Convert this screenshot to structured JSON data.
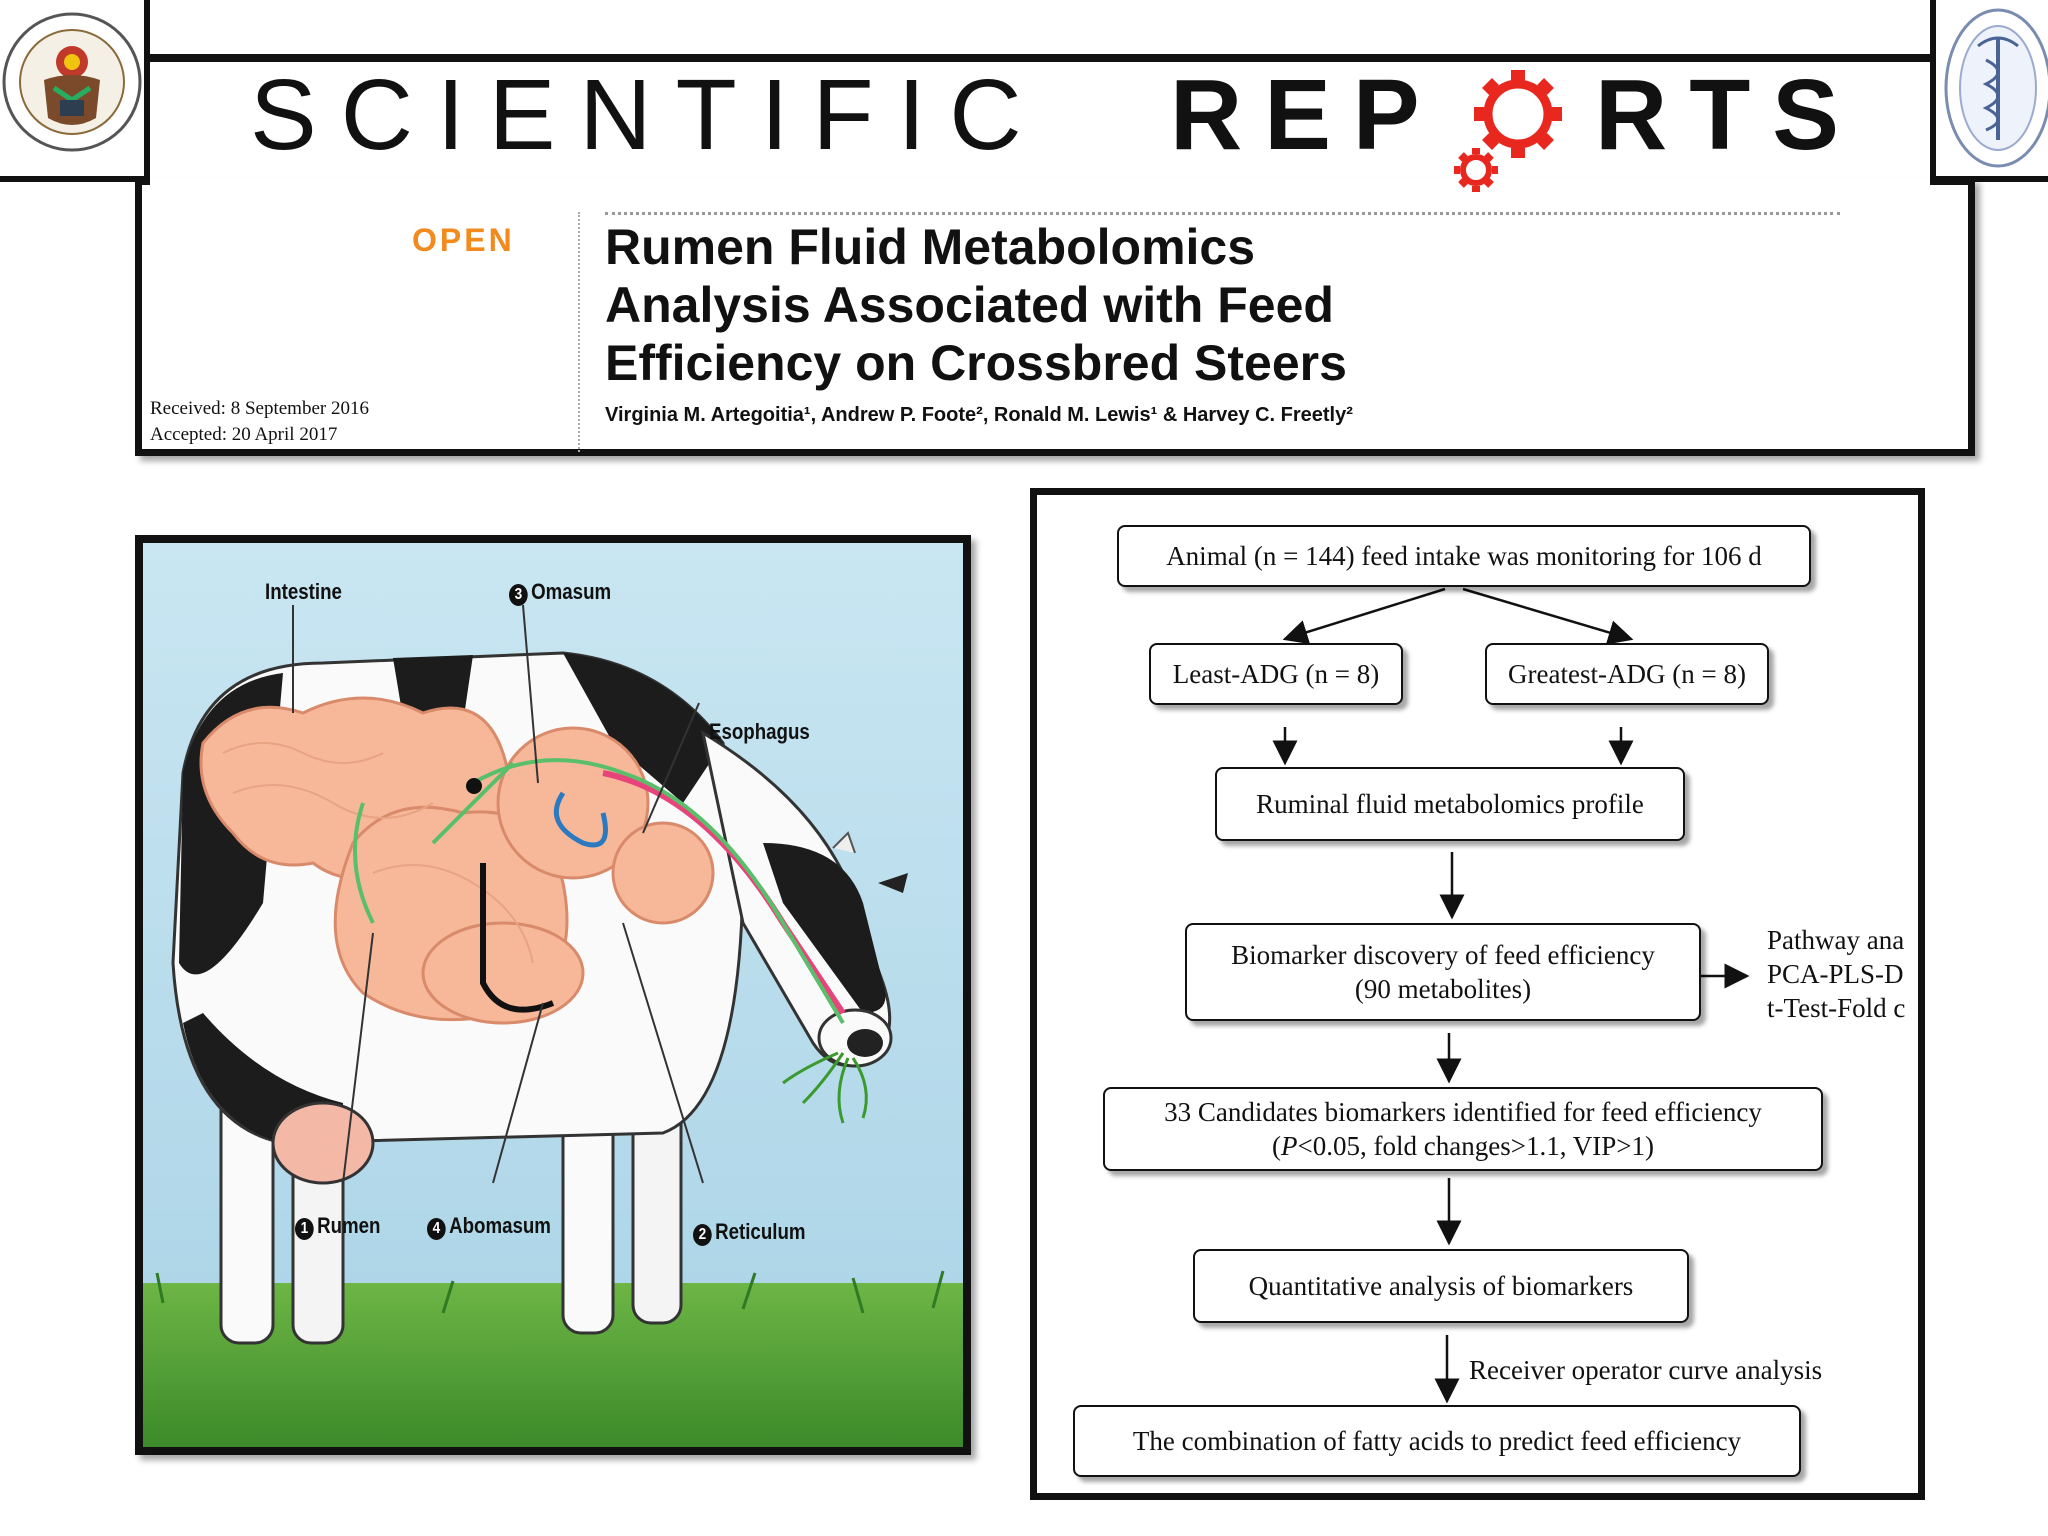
{
  "header": {
    "journal_light": "SCIENTIFIC",
    "journal_bold_a": "REP",
    "journal_bold_b": "RTS",
    "open_label": "OPEN",
    "title_lines": [
      "Rumen Fluid Metabolomics",
      "Analysis Associated with Feed",
      "Efficiency on Crossbred Steers"
    ],
    "received": "Received: 8 September 2016",
    "accepted": "Accepted: 20 April 2017",
    "authors": "Virginia M. Artegoitia¹, Andrew P. Foote², Ronald M. Lewis¹ & Harvey C. Freetly²",
    "accent_color": "#f28a1e",
    "gear_color": "#e8281e"
  },
  "cow_diagram": {
    "labels": {
      "intestine": "Intestine",
      "omasum": "Omasum",
      "omasum_num": "3",
      "esophagus": "Esophagus",
      "rumen": "Rumen",
      "rumen_num": "1",
      "abomasum": "Abomasum",
      "abomasum_num": "4",
      "reticulum": "Reticulum",
      "reticulum_num": "2"
    }
  },
  "flowchart": {
    "animal_box": "Animal (n = 144) feed intake was monitoring for 106 d",
    "least_box": "Least-ADG (n = 8)",
    "greatest_box": "Greatest-ADG (n = 8)",
    "profile_box": "Ruminal fluid metabolomics profile",
    "biomarker_box_line1": "Biomarker discovery of feed efficiency",
    "biomarker_box_line2": "(90 metabolites)",
    "side_line1": "Pathway ana",
    "side_line2": "PCA-PLS-D",
    "side_line3": "t-Test-Fold c",
    "candidates_line1": "33 Candidates biomarkers identified for feed efficiency",
    "candidates_line2_p": "P",
    "candidates_line2_rest": "<0.05, fold changes>1.1, VIP>1)",
    "candidates_line2_open": "(",
    "quant_box": "Quantitative analysis of biomarkers",
    "roc_label": "Receiver operator curve analysis",
    "final_box": "The combination of fatty acids to predict feed efficiency"
  }
}
